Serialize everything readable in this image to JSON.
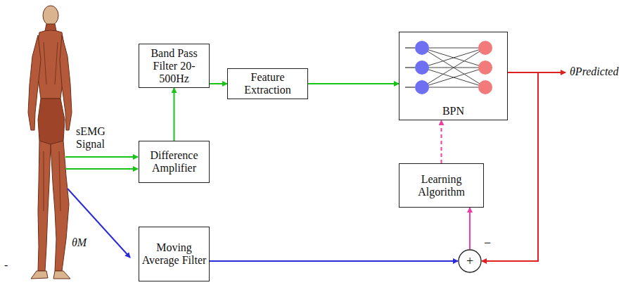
{
  "diagram": {
    "nodes": [
      {
        "text": [
          "Band Pass Filter 20-500Hz"
        ]
      },
      {
        "text": [
          "Feature Extraction"
        ]
      },
      {
        "text": [
          "BPN"
        ]
      },
      {
        "text": [
          "Difference Amplifier"
        ]
      },
      {
        "text": [
          "Learning Algorithm"
        ]
      },
      {
        "text": [
          "Moving Average Filter"
        ]
      },
      {
        "text": [
          "+"
        ]
      }
    ],
    "edges": [
      {
        "from": 3,
        "to": 0,
        "arrow": "to"
      },
      {
        "from": 0,
        "to": 1,
        "arrow": "to"
      },
      {
        "from": 1,
        "to": 2,
        "arrow": "to"
      },
      {
        "from": 4,
        "to": 2,
        "arrow": "to"
      },
      {
        "from": 6,
        "to": 4,
        "arrow": "to"
      },
      {
        "from": 5,
        "to": 6,
        "arrow": "to"
      },
      {
        "from": 2,
        "to": 6,
        "arrow": "to"
      }
    ],
    "labels": [
      "sEMG Signal",
      "θM",
      "θPredicted",
      "−",
      "-"
    ]
  }
}
